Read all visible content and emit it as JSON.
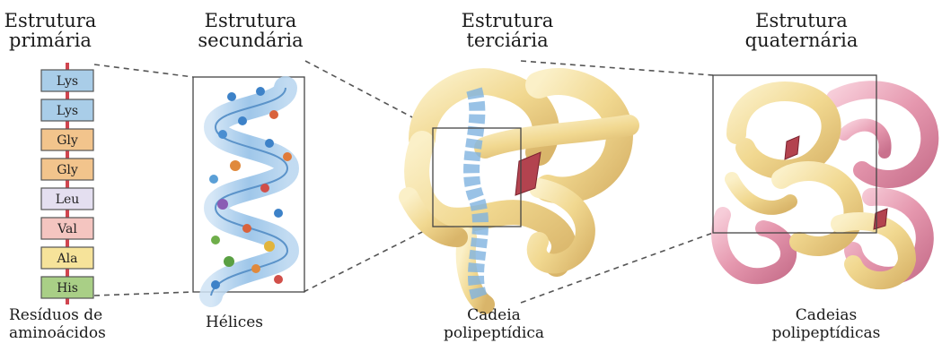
{
  "titles": {
    "primary": [
      "Estrutura",
      "primária"
    ],
    "secondary": [
      "Estrutura",
      "secundária"
    ],
    "tertiary": [
      "Estrutura",
      "terciária"
    ],
    "quaternary": [
      "Estrutura",
      "quaternária"
    ]
  },
  "captions": {
    "primary": [
      "Resíduos de",
      "aminoácidos"
    ],
    "secondary": [
      "Hélices"
    ],
    "tertiary": [
      "Cadeia",
      "polipeptídica"
    ],
    "quaternary": [
      "Cadeias",
      "polipeptídicas"
    ]
  },
  "residues": [
    {
      "name": "Lys",
      "color": "#a9cde8"
    },
    {
      "name": "Lys",
      "color": "#a9cde8"
    },
    {
      "name": "Gly",
      "color": "#f2c48c"
    },
    {
      "name": "Gly",
      "color": "#f2c48c"
    },
    {
      "name": "Leu",
      "color": "#e4dff0"
    },
    {
      "name": "Val",
      "color": "#f4c5c0"
    },
    {
      "name": "Ala",
      "color": "#f6e39a"
    },
    {
      "name": "His",
      "color": "#a9cf86"
    }
  ],
  "colors": {
    "backbone": "#d0454f",
    "helix": "#7fb3e0",
    "protein_yellow": "#f1dc9c",
    "protein_pink": "#e69bb2"
  }
}
